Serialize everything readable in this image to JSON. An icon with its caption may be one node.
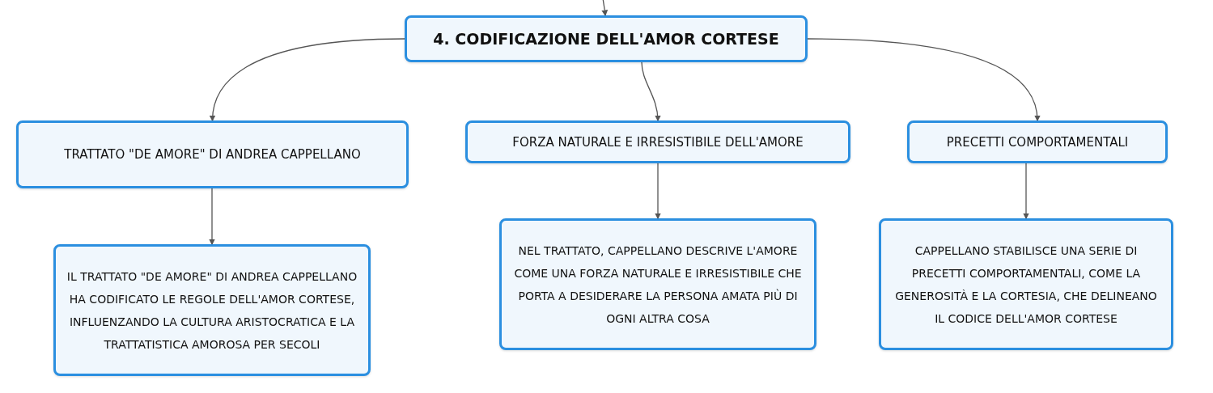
{
  "diagram": {
    "nodes": [
      {
        "text": [
          "4. CODIFICAZIONE DELL'AMOR CORTESE"
        ]
      },
      {
        "text": [
          "TRATTATO \"DE AMORE\" DI ANDREA CAPPELLANO"
        ]
      },
      {
        "text": [
          "FORZA NATURALE E IRRESISTIBILE DELL'AMORE"
        ]
      },
      {
        "text": [
          "PRECETTI COMPORTAMENTALI"
        ]
      },
      {
        "text": [
          "IL TRATTATO \"DE AMORE\" DI ANDREA CAPPELLANO HA CODIFICATO LE REGOLE DELL'AMOR CORTESE, INFLUENZANDO LA CULTURA ARISTOCRATICA E LA TRATTATISTICA AMOROSA PER SECOLI"
        ]
      },
      {
        "text": [
          "NEL TRATTATO, CAPPELLANO DESCRIVE L'AMORE COME UNA FORZA NATURALE E IRRESISTIBILE CHE PORTA A DESIDERARE LA PERSONA AMATA PIÙ DI OGNI ALTRA COSA"
        ]
      },
      {
        "text": [
          "CAPPELLANO STABILISCE UNA SERIE DI PRECETTI COMPORTAMENTALI, COME LA GENEROSITÀ E LA CORTESIA, CHE DELINEANO IL CODICE DELL'AMOR CORTESE"
        ]
      }
    ],
    "edges": [
      {
        "from": null,
        "to": 0,
        "arrow": "to"
      },
      {
        "from": 0,
        "to": 1,
        "arrow": "to"
      },
      {
        "from": 0,
        "to": 2,
        "arrow": "to"
      },
      {
        "from": 0,
        "to": 3,
        "arrow": "to"
      },
      {
        "from": 1,
        "to": 4,
        "arrow": "to"
      },
      {
        "from": 2,
        "to": 5,
        "arrow": "to"
      },
      {
        "from": 3,
        "to": 6,
        "arrow": "to"
      }
    ]
  }
}
